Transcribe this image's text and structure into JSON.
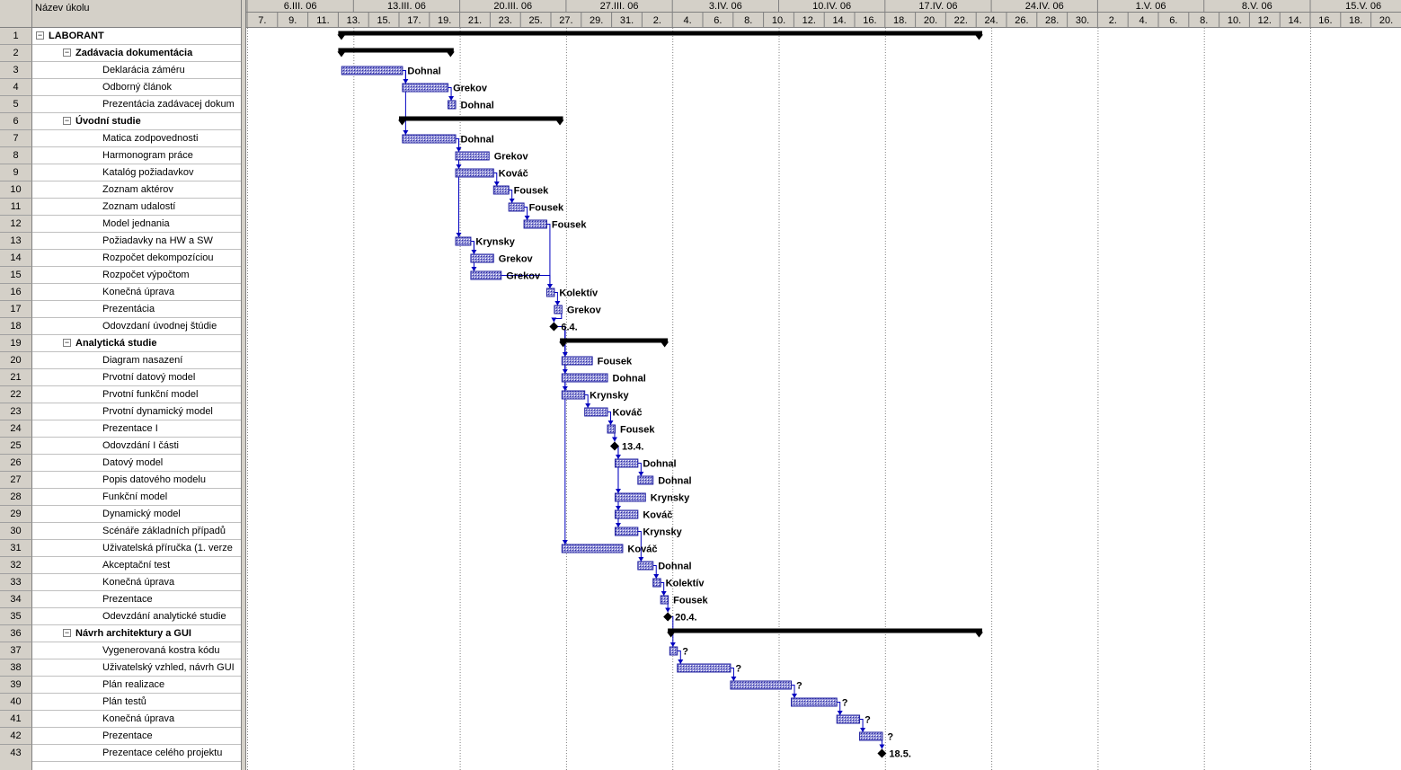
{
  "table": {
    "column_header": "Název úkolu",
    "rows": [
      {
        "id": "1",
        "name": "LABORANT",
        "level": 0,
        "summary": true
      },
      {
        "id": "2",
        "name": "Zadávacia dokumentácia",
        "level": 1,
        "summary": true
      },
      {
        "id": "3",
        "name": "Deklarácia záméru",
        "level": 2
      },
      {
        "id": "4",
        "name": "Odborný článok",
        "level": 2
      },
      {
        "id": "5",
        "name": "Prezentácia zadávacej dokum",
        "level": 2
      },
      {
        "id": "6",
        "name": "Úvodní studie",
        "level": 1,
        "summary": true
      },
      {
        "id": "7",
        "name": "Matica zodpovednosti",
        "level": 2
      },
      {
        "id": "8",
        "name": "Harmonogram práce",
        "level": 2
      },
      {
        "id": "9",
        "name": "Katalóg požiadavkov",
        "level": 2
      },
      {
        "id": "10",
        "name": "Zoznam aktérov",
        "level": 2
      },
      {
        "id": "11",
        "name": "Zoznam udalostí",
        "level": 2
      },
      {
        "id": "12",
        "name": "Model jednania",
        "level": 2
      },
      {
        "id": "13",
        "name": "Požiadavky na HW a SW",
        "level": 2
      },
      {
        "id": "14",
        "name": "Rozpočet dekompozíciou",
        "level": 2
      },
      {
        "id": "15",
        "name": "Rozpočet výpočtom",
        "level": 2
      },
      {
        "id": "16",
        "name": "Konečná úprava",
        "level": 2
      },
      {
        "id": "17",
        "name": "Prezentácia",
        "level": 2
      },
      {
        "id": "18",
        "name": "Odovzdaní úvodnej štúdie",
        "level": 2
      },
      {
        "id": "19",
        "name": "Analytická studie",
        "level": 1,
        "summary": true
      },
      {
        "id": "20",
        "name": "Diagram nasazení",
        "level": 2
      },
      {
        "id": "21",
        "name": "Prvotní datový model",
        "level": 2
      },
      {
        "id": "22",
        "name": "Prvotní funkční model",
        "level": 2
      },
      {
        "id": "23",
        "name": "Prvotní dynamický model",
        "level": 2
      },
      {
        "id": "24",
        "name": "Prezentace I",
        "level": 2
      },
      {
        "id": "25",
        "name": "Odovzdání I části",
        "level": 2
      },
      {
        "id": "26",
        "name": "Datový model",
        "level": 2
      },
      {
        "id": "27",
        "name": "Popis datového modelu",
        "level": 2
      },
      {
        "id": "28",
        "name": "Funkční model",
        "level": 2
      },
      {
        "id": "29",
        "name": "Dynamický model",
        "level": 2
      },
      {
        "id": "30",
        "name": "Scénáře základních případů",
        "level": 2
      },
      {
        "id": "31",
        "name": "Uživatelská příručka (1. verze",
        "level": 2
      },
      {
        "id": "32",
        "name": "Akceptační test",
        "level": 2
      },
      {
        "id": "33",
        "name": "Konečná úprava",
        "level": 2
      },
      {
        "id": "34",
        "name": "Prezentace",
        "level": 2
      },
      {
        "id": "35",
        "name": "Odevzdání analytické studie",
        "level": 2
      },
      {
        "id": "36",
        "name": "Návrh architektury a GUI",
        "level": 1,
        "summary": true
      },
      {
        "id": "37",
        "name": "Vygenerovaná kostra kódu",
        "level": 2
      },
      {
        "id": "38",
        "name": "Uživatelský vzhled, návrh GUI",
        "level": 2
      },
      {
        "id": "39",
        "name": "Plán realizace",
        "level": 2
      },
      {
        "id": "40",
        "name": "Plán testů",
        "level": 2
      },
      {
        "id": "41",
        "name": "Konečná úprava",
        "level": 2
      },
      {
        "id": "42",
        "name": "Prezentace",
        "level": 2
      },
      {
        "id": "43",
        "name": "Prezentace celého projektu",
        "level": 2
      }
    ]
  },
  "timescale": {
    "weeks": [
      "6.III. 06",
      "13.III. 06",
      "20.III. 06",
      "27.III. 06",
      "3.IV. 06",
      "10.IV. 06",
      "17.IV. 06",
      "24.IV. 06",
      "1.V. 06",
      "8.V. 06",
      "15.V. 06"
    ],
    "days": [
      "7.",
      "9.",
      "11.",
      "13.",
      "15.",
      "17.",
      "19.",
      "21.",
      "23.",
      "25.",
      "27.",
      "29.",
      "31.",
      "2.",
      "4.",
      "6.",
      "8.",
      "10.",
      "12.",
      "14.",
      "16.",
      "18.",
      "20.",
      "22.",
      "24.",
      "26.",
      "28.",
      "30.",
      "2.",
      "4.",
      "6.",
      "8.",
      "10.",
      "12.",
      "14.",
      "16.",
      "18.",
      "20."
    ]
  },
  "gantt": {
    "colors": {
      "bar": "#2020a0",
      "bar_fill": "#8a8ad0",
      "summary": "#000000",
      "link": "#0000c0",
      "grid": "#808080"
    },
    "items": [
      {
        "row": 1,
        "type": "summary",
        "start": 6.0,
        "end": 48.4
      },
      {
        "row": 2,
        "type": "summary",
        "start": 6.0,
        "end": 13.6
      },
      {
        "row": 3,
        "type": "task",
        "start": 6.2,
        "end": 10.2,
        "label": "Dohnal"
      },
      {
        "row": 4,
        "type": "task",
        "start": 10.2,
        "end": 13.2,
        "label": "Grekov"
      },
      {
        "row": 5,
        "type": "task",
        "start": 13.2,
        "end": 13.7,
        "label": "Dohnal"
      },
      {
        "row": 6,
        "type": "summary",
        "start": 10.0,
        "end": 20.8
      },
      {
        "row": 7,
        "type": "task",
        "start": 10.2,
        "end": 13.7,
        "label": "Dohnal"
      },
      {
        "row": 8,
        "type": "task",
        "start": 13.7,
        "end": 15.9,
        "label": "Grekov"
      },
      {
        "row": 9,
        "type": "task",
        "start": 13.7,
        "end": 16.2,
        "label": "Kováč"
      },
      {
        "row": 10,
        "type": "task",
        "start": 16.2,
        "end": 17.2,
        "label": "Fousek"
      },
      {
        "row": 11,
        "type": "task",
        "start": 17.2,
        "end": 18.2,
        "label": "Fousek"
      },
      {
        "row": 12,
        "type": "task",
        "start": 18.2,
        "end": 19.7,
        "label": "Fousek"
      },
      {
        "row": 13,
        "type": "task",
        "start": 13.7,
        "end": 14.7,
        "label": "Krynsky"
      },
      {
        "row": 14,
        "type": "task",
        "start": 14.7,
        "end": 16.2,
        "label": "Grekov"
      },
      {
        "row": 15,
        "type": "task",
        "start": 14.7,
        "end": 16.7,
        "label": "Grekov"
      },
      {
        "row": 16,
        "type": "task",
        "start": 19.7,
        "end": 20.2,
        "label": "Kolektív"
      },
      {
        "row": 17,
        "type": "task",
        "start": 20.2,
        "end": 20.7,
        "label": "Grekov"
      },
      {
        "row": 18,
        "type": "milestone",
        "start": 20.2,
        "label": "6.4."
      },
      {
        "row": 19,
        "type": "summary",
        "start": 20.6,
        "end": 27.7
      },
      {
        "row": 20,
        "type": "task",
        "start": 20.7,
        "end": 22.7,
        "label": "Fousek"
      },
      {
        "row": 21,
        "type": "task",
        "start": 20.7,
        "end": 23.7,
        "label": "Dohnal"
      },
      {
        "row": 22,
        "type": "task",
        "start": 20.7,
        "end": 22.2,
        "label": "Krynsky"
      },
      {
        "row": 23,
        "type": "task",
        "start": 22.2,
        "end": 23.7,
        "label": "Kováč"
      },
      {
        "row": 24,
        "type": "task",
        "start": 23.7,
        "end": 24.2,
        "label": "Fousek"
      },
      {
        "row": 25,
        "type": "milestone",
        "start": 24.2,
        "label": "13.4."
      },
      {
        "row": 26,
        "type": "task",
        "start": 24.2,
        "end": 25.7,
        "label": "Dohnal"
      },
      {
        "row": 27,
        "type": "task",
        "start": 25.7,
        "end": 26.7,
        "label": "Dohnal"
      },
      {
        "row": 28,
        "type": "task",
        "start": 24.2,
        "end": 26.2,
        "label": "Krynsky"
      },
      {
        "row": 29,
        "type": "task",
        "start": 24.2,
        "end": 25.7,
        "label": "Kováč"
      },
      {
        "row": 30,
        "type": "task",
        "start": 24.2,
        "end": 25.7,
        "label": "Krynsky"
      },
      {
        "row": 31,
        "type": "task",
        "start": 20.7,
        "end": 24.7,
        "label": "Kováč"
      },
      {
        "row": 32,
        "type": "task",
        "start": 25.7,
        "end": 26.7,
        "label": "Dohnal"
      },
      {
        "row": 33,
        "type": "task",
        "start": 26.7,
        "end": 27.2,
        "label": "Kolektív"
      },
      {
        "row": 34,
        "type": "task",
        "start": 27.2,
        "end": 27.7,
        "label": "Fousek"
      },
      {
        "row": 35,
        "type": "milestone",
        "start": 27.7,
        "label": "20.4."
      },
      {
        "row": 36,
        "type": "summary",
        "start": 27.7,
        "end": 48.4
      },
      {
        "row": 37,
        "type": "task",
        "start": 27.8,
        "end": 28.3,
        "label": "?"
      },
      {
        "row": 38,
        "type": "task",
        "start": 28.3,
        "end": 31.8,
        "label": "?"
      },
      {
        "row": 39,
        "type": "task",
        "start": 31.8,
        "end": 35.8,
        "label": "?"
      },
      {
        "row": 40,
        "type": "task",
        "start": 35.8,
        "end": 38.8,
        "label": "?"
      },
      {
        "row": 41,
        "type": "task",
        "start": 38.8,
        "end": 40.3,
        "label": "?"
      },
      {
        "row": 42,
        "type": "task",
        "start": 40.3,
        "end": 41.8,
        "label": "?"
      },
      {
        "row": 43,
        "type": "milestone",
        "start": 41.8,
        "label": "18.5."
      }
    ]
  }
}
